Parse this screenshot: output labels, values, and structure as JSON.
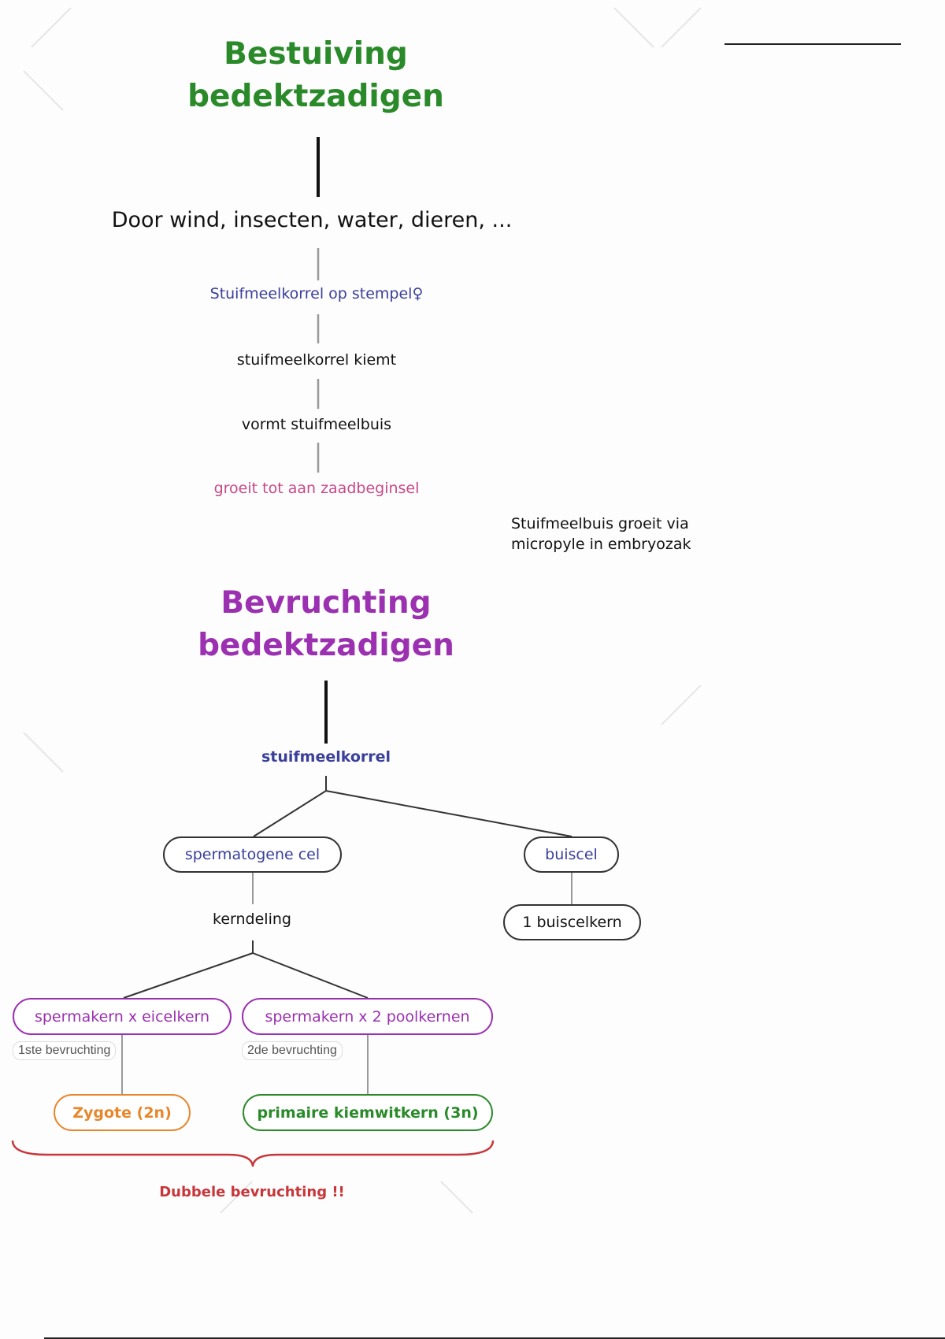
{
  "pollination": {
    "title_line1": "Bestuiving",
    "title_line2": "bedektzadigen",
    "agents": "Door wind, insecten, water, dieren, ...",
    "steps": [
      "Stuifmeelkorrel op stempel♀",
      "stuifmeelkorrel kiemt",
      "vormt stuifmeelbuis",
      "groeit tot aan zaadbeginsel"
    ],
    "side_note_line1": "Stuifmeelbuis groeit via",
    "side_note_line2": "micropyle in embryozak"
  },
  "fertilization": {
    "title_line1": "Bevruchting",
    "title_line2": "bedektzadigen",
    "root": "stuifmeelkorrel",
    "spermatogenic_cell": "spermatogene cel",
    "tube_cell": "buiscel",
    "tube_nucleus": "1 buiscelkern",
    "division": "kerndeling",
    "sperm_egg": "spermakern x eicelkern",
    "sperm_polar": "spermakern x 2 poolkernen",
    "first_label": "1ste bevruchting",
    "second_label": "2de bevruchting",
    "zygote": "Zygote (2n)",
    "endosperm": "primaire kiemwitkern (3n)",
    "double": "Dubbele bevruchting !!"
  },
  "colors": {
    "green": "#2a8a2a",
    "purple": "#9b30b0",
    "blue": "#3a3f9a",
    "pink": "#c8488a",
    "orange": "#e8862a",
    "red": "#c8363a"
  }
}
